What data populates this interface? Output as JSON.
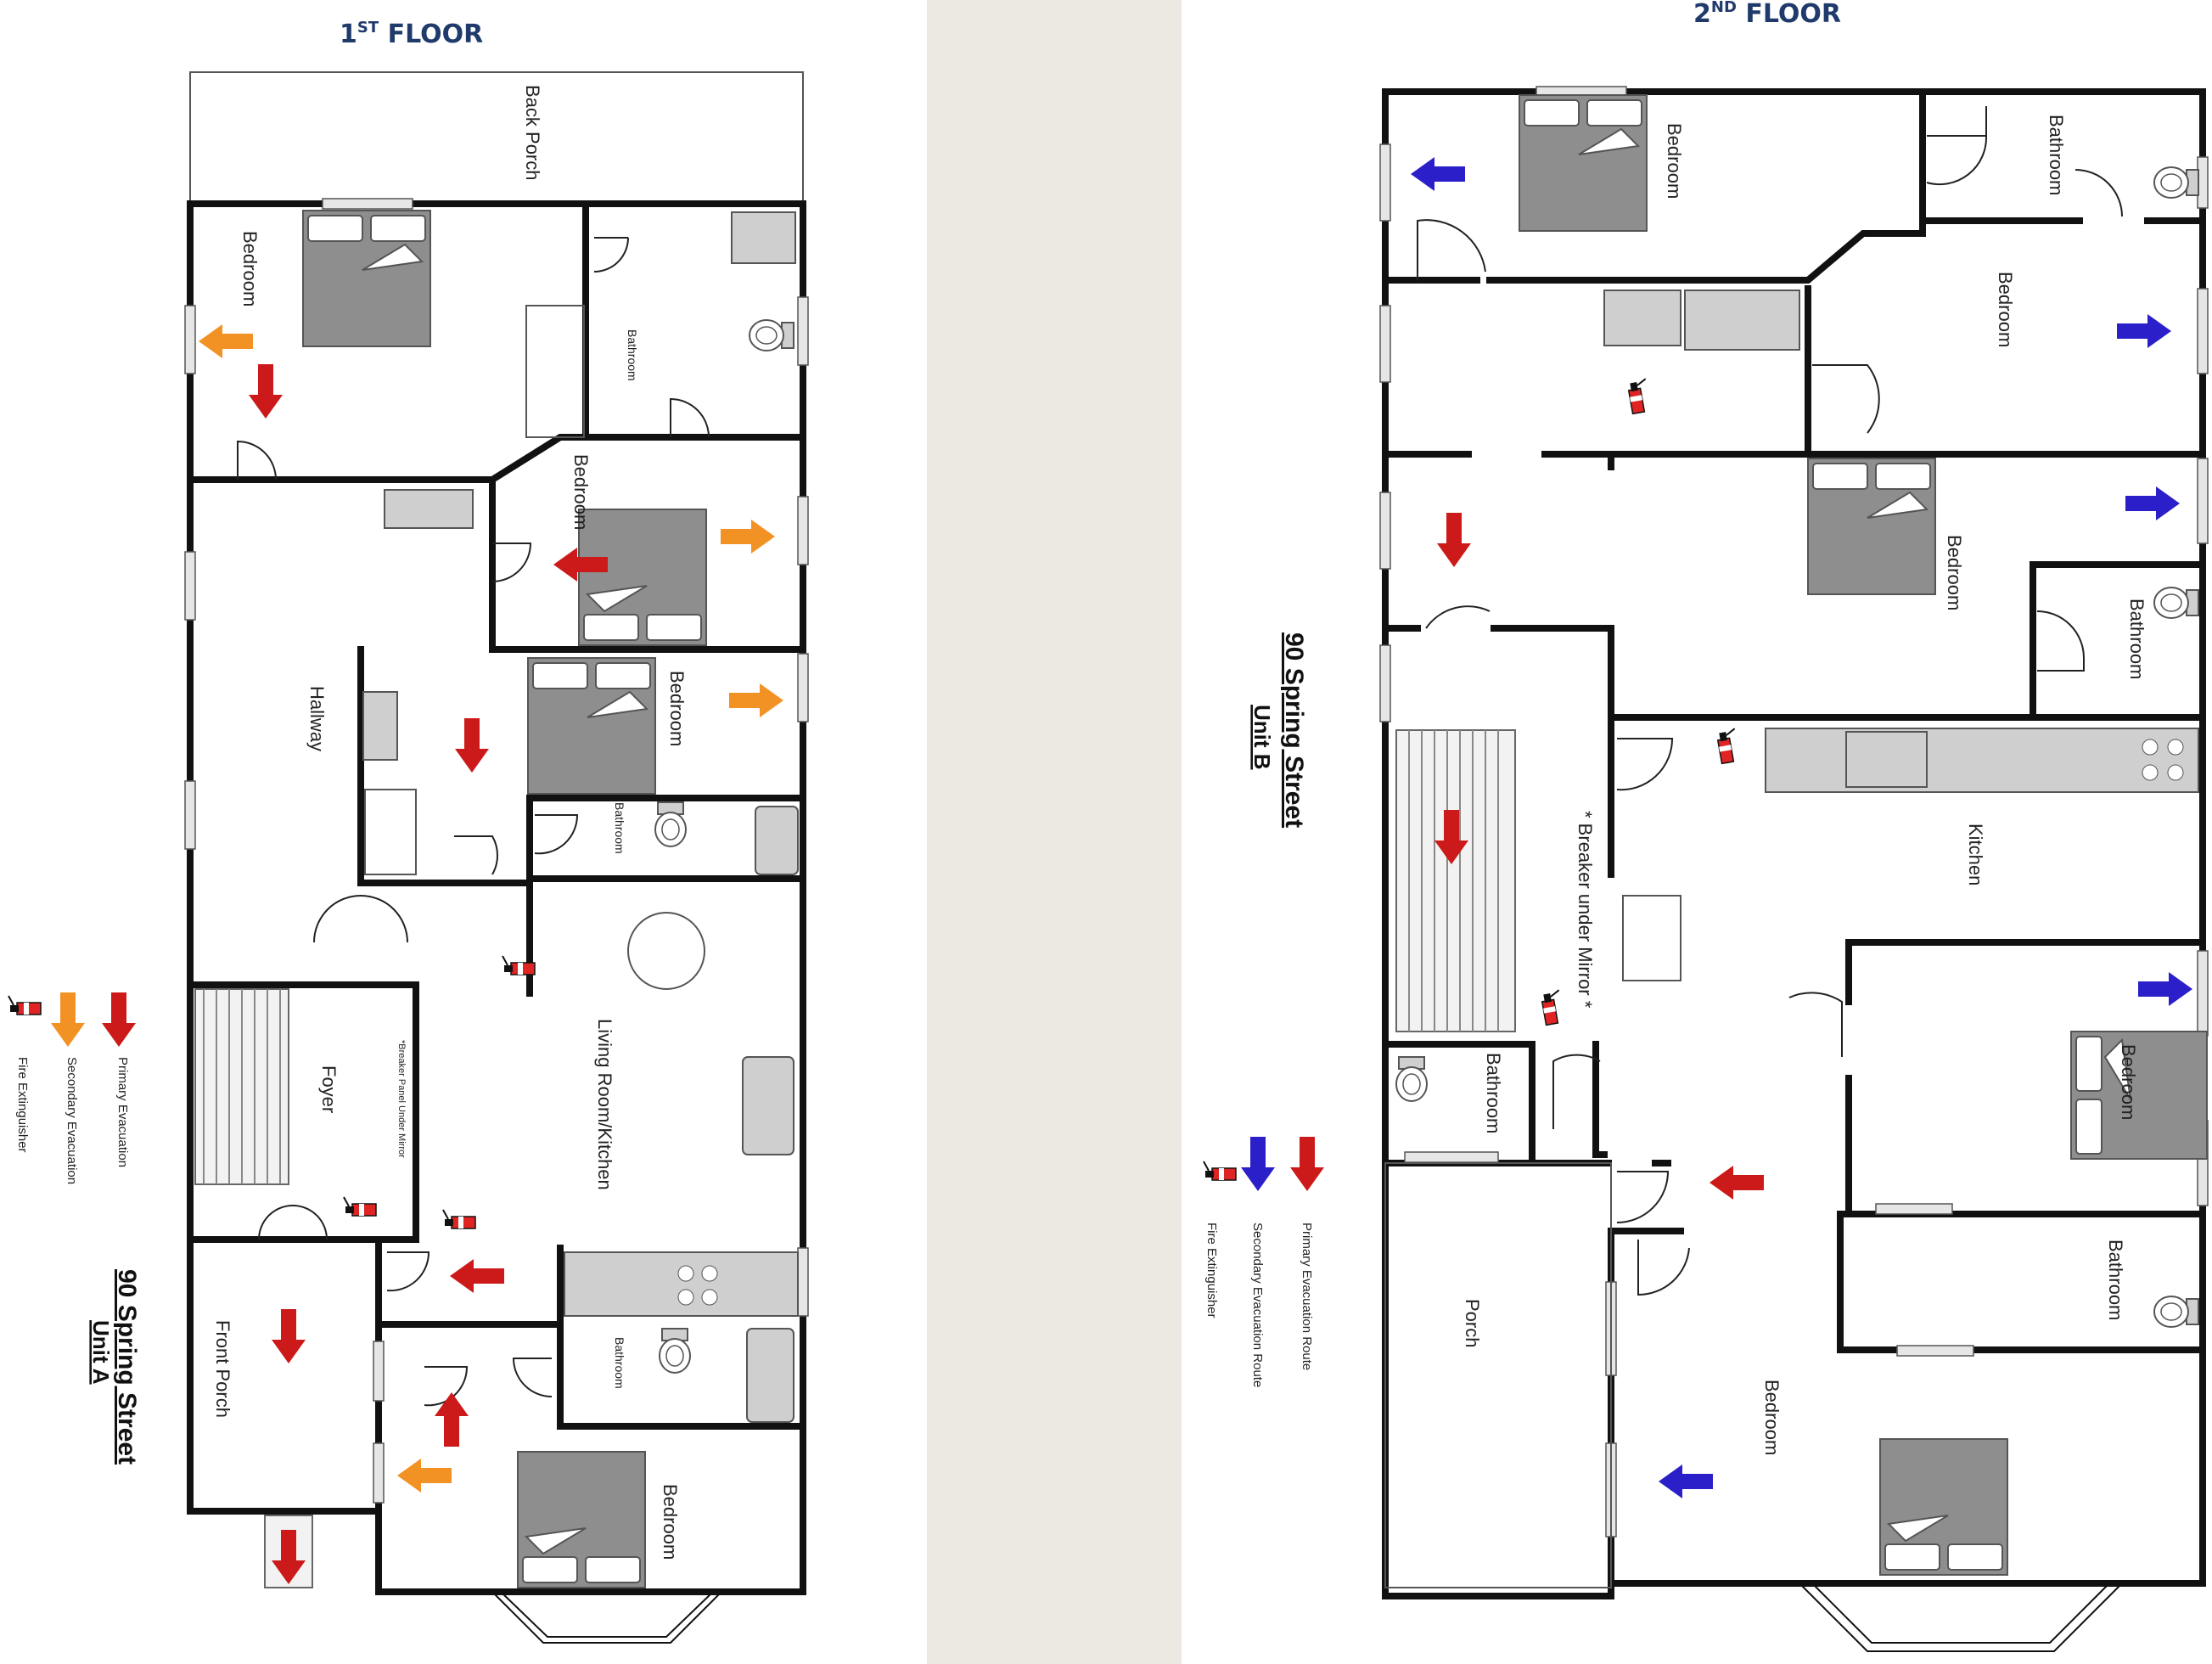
{
  "floors": {
    "first": {
      "title_main": "1",
      "title_sup": "ST",
      "title_rest": " FLOOR",
      "address_line1": "90 Spring Street",
      "address_line2": "Unit A",
      "rooms": {
        "back_porch": "Back Porch",
        "bedroom_top": "Bedroom",
        "bathroom_top": "Bathroom",
        "bedroom_mid": "Bedroom",
        "hallway": "Hallway",
        "bedroom_mid2": "Bedroom",
        "bathroom_mid": "Bathroom",
        "foyer": "Foyer",
        "breaker_note": "*Breaker Panel Under Mirror",
        "living_kitchen": "Living Room/Kitchen",
        "front_porch": "Front Porch",
        "bathroom_bottom": "Bathroom",
        "bedroom_bottom": "Bedroom"
      },
      "legend": {
        "primary": "Primary Evacuation",
        "secondary": "Secondary Evacuation",
        "extinguisher": "Fire Extinguisher"
      }
    },
    "second": {
      "title_main": "2",
      "title_sup": "ND",
      "title_rest": " FLOOR",
      "address_line1": "90 Spring Street",
      "address_line2": "Unit B",
      "rooms": {
        "bedroom_a": "Bedroom",
        "bathroom_a": "Bathroom",
        "bedroom_b": "Bedroom",
        "bedroom_c": "Bedroom",
        "bathroom_b": "Bathroom",
        "breaker_note": "* Breaker under Mirror *",
        "kitchen": "Kitchen",
        "bathroom_c": "Bathroom",
        "bedroom_d": "Bedroom",
        "bathroom_d": "Bathroom",
        "porch": "Porch",
        "bedroom_e": "Bedroom"
      },
      "legend": {
        "primary": "Primary Evacuation Route",
        "secondary": "Secondary Evacuation Route",
        "extinguisher": "Fire Extinguisher"
      }
    }
  },
  "colors": {
    "primary_arrow": "#cc1a1a",
    "secondary_arrow_first": "#f39224",
    "secondary_arrow_second": "#2a1fc9",
    "title": "#1f3a6b",
    "divider": "#ebe9e2"
  }
}
